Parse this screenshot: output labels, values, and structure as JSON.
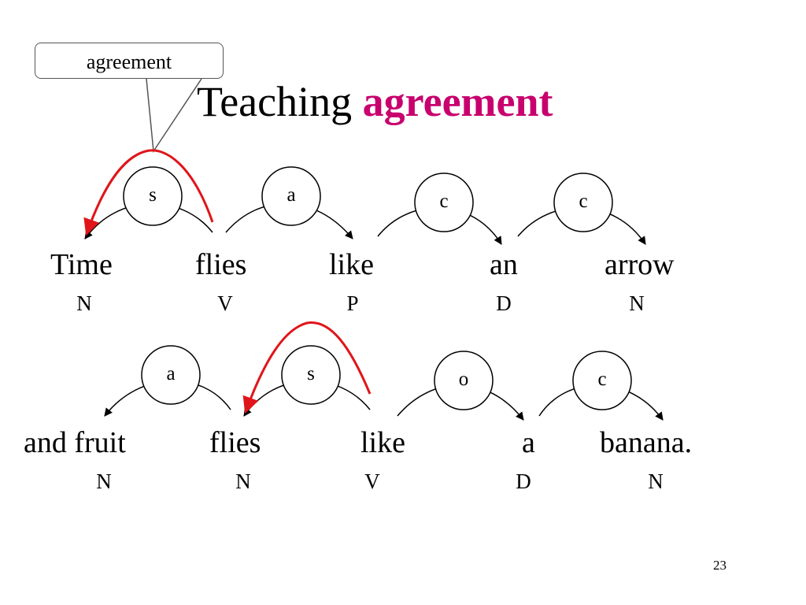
{
  "slide": {
    "title_plain": "Teaching",
    "title_highlight": "agreement",
    "highlight_color": "#c8006e",
    "arc_highlight_color": "#e0151a",
    "callout_text": "agreement",
    "page_number": "23"
  },
  "sentence1": {
    "words": [
      "Time",
      "flies",
      "like",
      "an",
      "arrow"
    ],
    "tags": [
      "N",
      "V",
      "P",
      "D",
      "N"
    ],
    "arc_labels": [
      "s",
      "a",
      "c",
      "c"
    ]
  },
  "sentence2": {
    "words": [
      "and fruit",
      "flies",
      "like",
      "a",
      "banana."
    ],
    "tags": [
      "N",
      "N",
      "V",
      "D",
      "N"
    ],
    "arc_labels": [
      "a",
      "s",
      "o",
      "c"
    ]
  }
}
